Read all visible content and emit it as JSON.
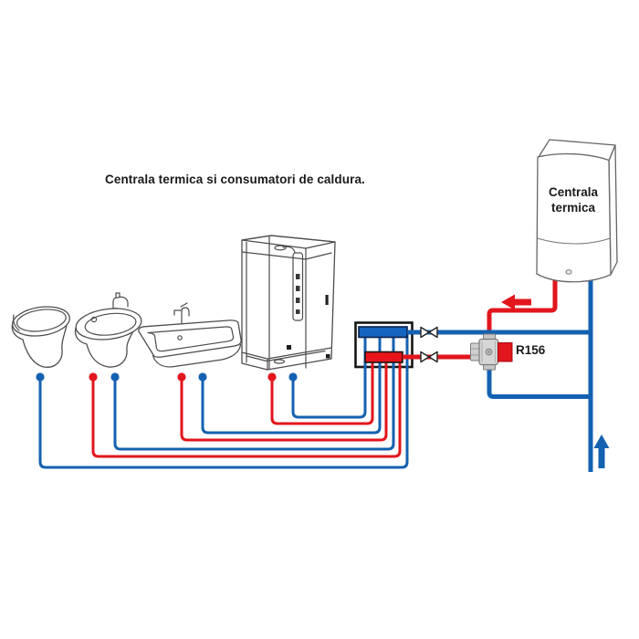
{
  "title": "Centrala termica si consumatori de caldura.",
  "boiler": {
    "label_line1": "Centrala",
    "label_line2": "termica"
  },
  "valve": {
    "label": "R156"
  },
  "fixtures": {
    "items": [
      "toilet-icon",
      "bidet-icon",
      "washbasin-icon",
      "shower-cabin-icon"
    ]
  },
  "manifold": {
    "circuits_cold": 4,
    "circuits_hot": 3,
    "shutoff_valves": 2
  },
  "flow_arrows": {
    "hot": "arrow-left-icon",
    "cold": "arrow-up-icon"
  },
  "colors": {
    "pipe_blue": "#1461b1",
    "pipe_red": "#e2161d",
    "bar_blue": "#1565c0",
    "bar_red": "#e8141c",
    "outline_dark": "#161616",
    "fixture_outline": "#4d4d4d",
    "valve_gray": "#d6d6d6",
    "text": "#1a1a1a"
  }
}
